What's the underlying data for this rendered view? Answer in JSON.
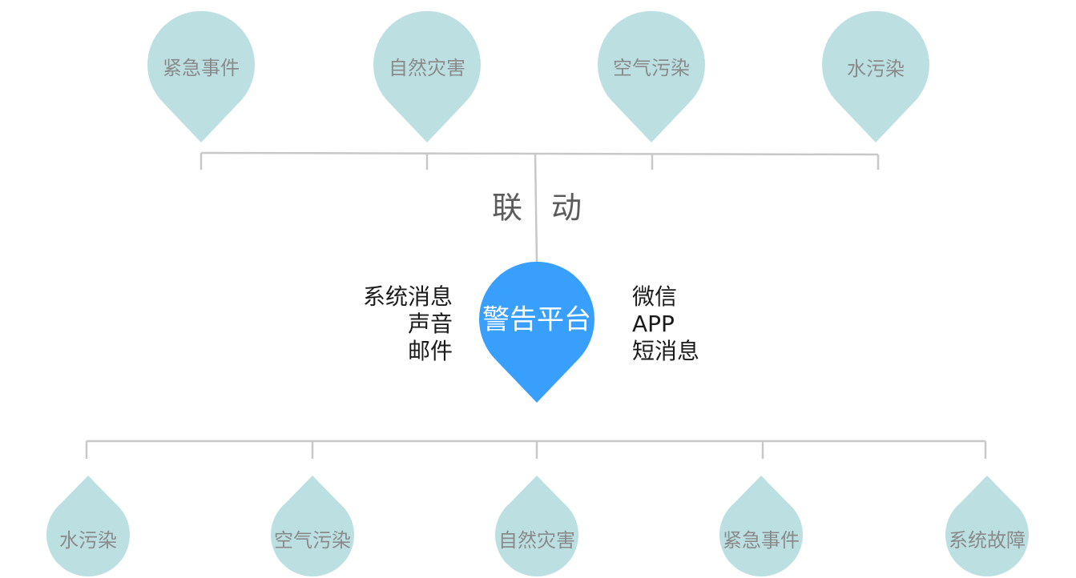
{
  "top_events": [
    "紧急事件",
    "自然灾害",
    "空气污染",
    "水污染"
  ],
  "link_label": "联 动",
  "center": {
    "label": "警告平台"
  },
  "left_channels": [
    "系统消息",
    "声音",
    "邮件"
  ],
  "right_channels": [
    "微信",
    "APP",
    "短消息"
  ],
  "bottom_events": [
    "水污染",
    "空气污染",
    "自然灾害",
    "紧急事件",
    "系统故障"
  ],
  "colors": {
    "top_pin": "#bce0e2",
    "bottom_pin": "#bce0e2",
    "center_pin": "#399ffd",
    "connector": "#c8c8c8",
    "pin_text": "#8a8a8a"
  }
}
